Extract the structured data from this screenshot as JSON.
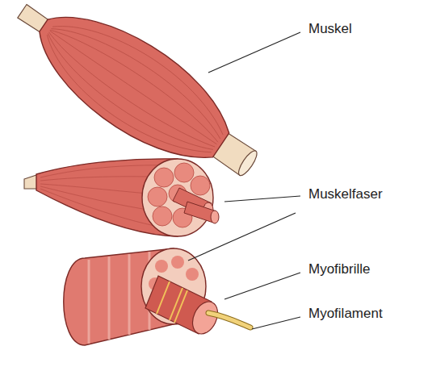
{
  "diagram": {
    "labels": [
      "Muskel",
      "Muskelfaser",
      "Myofibrille",
      "Myofilament"
    ]
  }
}
